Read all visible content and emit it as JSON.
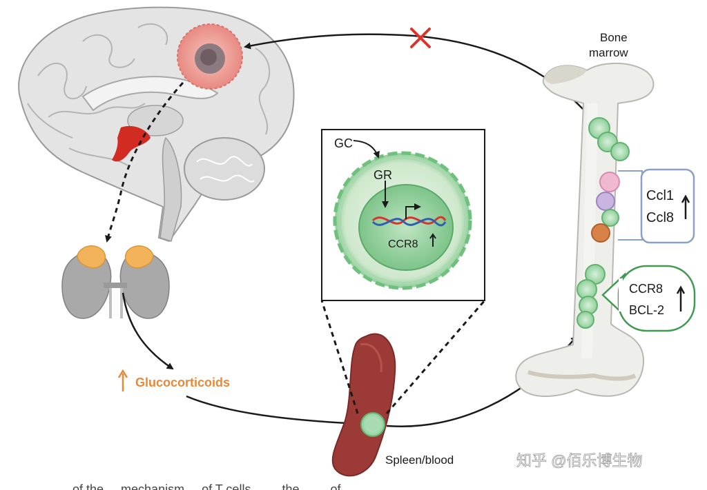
{
  "labels": {
    "bone_marrow_line1": "Bone",
    "bone_marrow_line2": "marrow",
    "gc": "GC",
    "gr": "GR",
    "ccr8_inset": "CCR8",
    "ccl1": "Ccl1",
    "ccl8": "Ccl8",
    "ccr8_box": "CCR8",
    "bcl2": "BCL-2",
    "glucocorticoids": "Glucocorticoids",
    "spleen_blood": "Spleen/blood",
    "watermark": "知乎 @佰乐博生物",
    "caption_fragment": "...of the ... mechanism ... of T cells ... ... the ... ... of ... ... ..."
  },
  "colors": {
    "glucocorticoid_orange": "#e8893a",
    "blocked_red": "#d9342b",
    "cell_green": "#8fcf9a",
    "tumor_pink": "#e99a93",
    "spleen_red": "#9b3a36",
    "hypothalamus_red": "#d22b22",
    "adrenal_orange": "#f2b35a",
    "ccl_box_blue": "#8aa0c8",
    "ccr8_box_green": "#3f9a4f"
  },
  "icons": {
    "blocked": "red-x-icon",
    "up_arrow": "up-arrow-icon"
  }
}
